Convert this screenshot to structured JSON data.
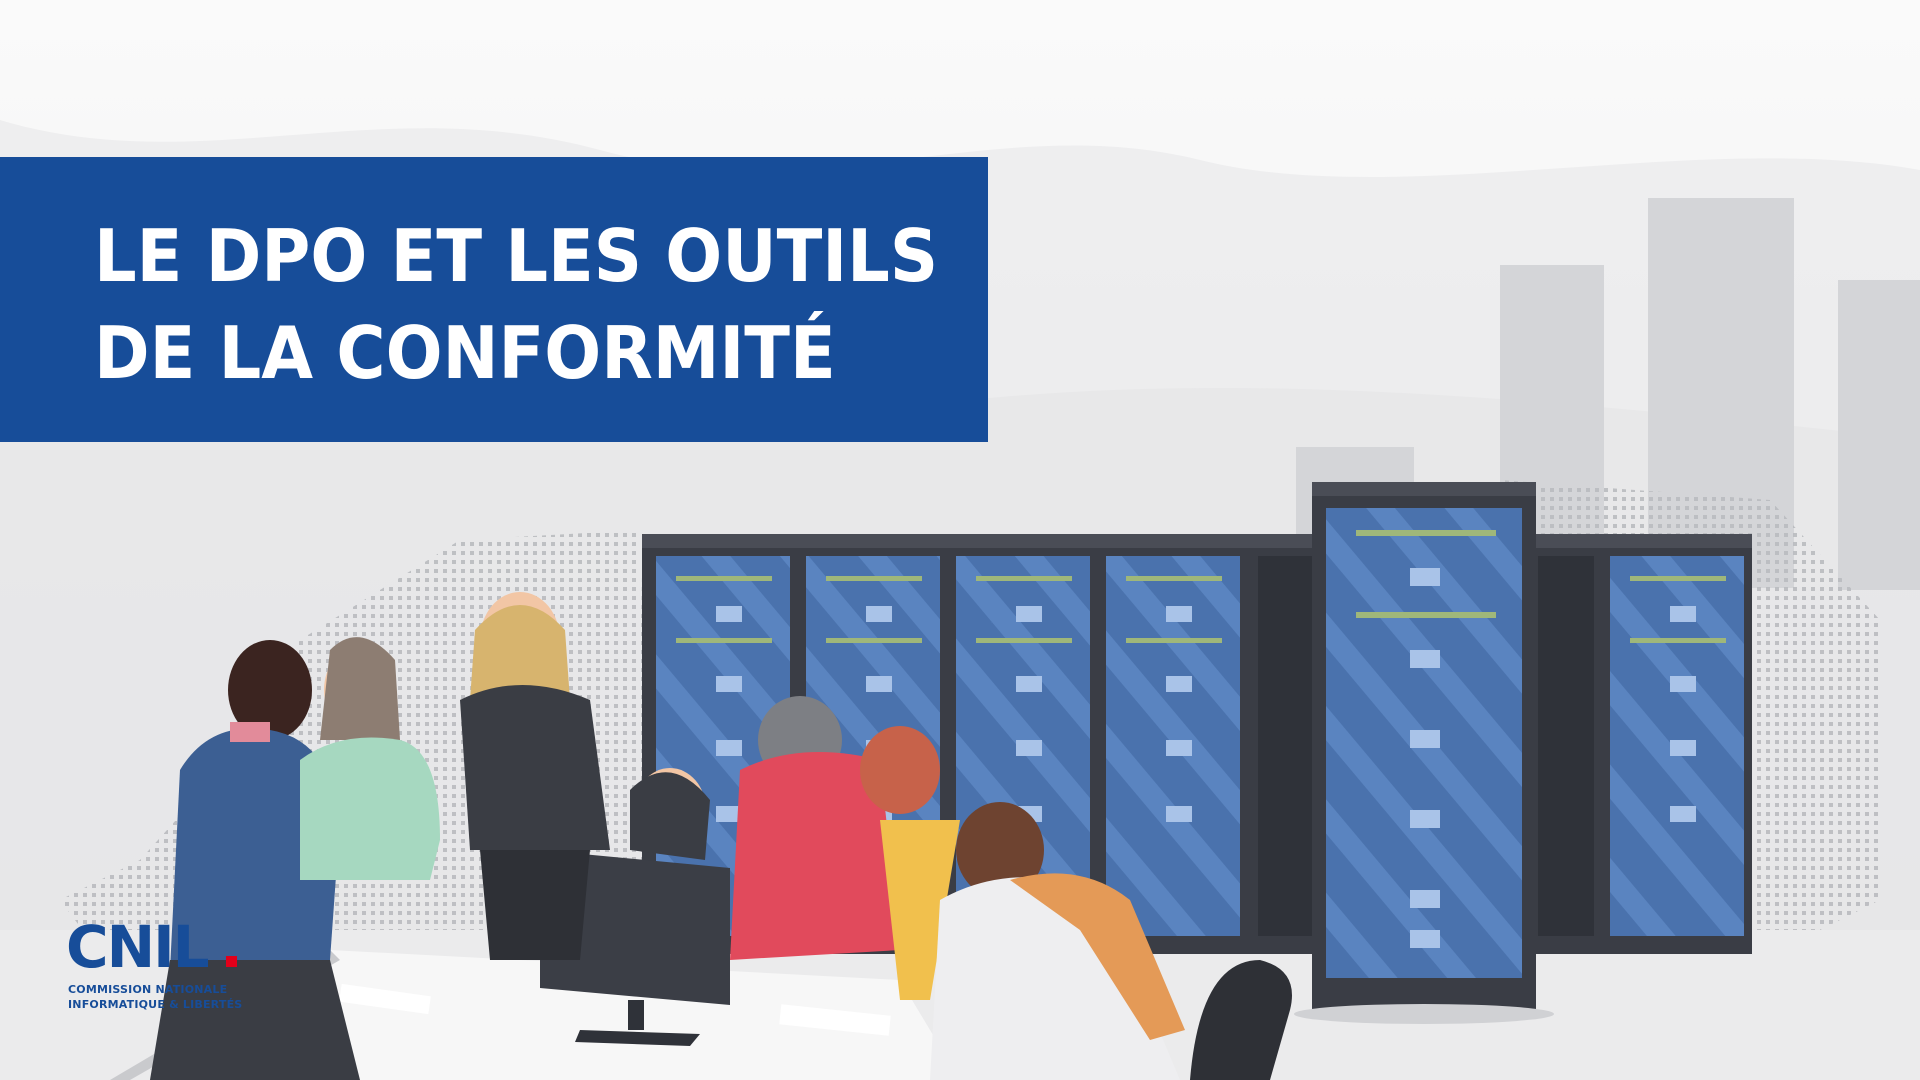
{
  "title": {
    "line1": "LE DPO ET LES OUTILS",
    "line2": "DE LA CONFORMITÉ"
  },
  "logo": {
    "name": "CNIL",
    "subtitle_line1": "COMMISSION NATIONALE",
    "subtitle_line2": "INFORMATIQUE & LIBERTÉS"
  },
  "colors": {
    "banner": "#174d99",
    "logo_dot": "#e2001a",
    "rack_frame": "#3a3d45",
    "rack_glass": "#4e77b5"
  },
  "illustration": {
    "icons": [
      "skyline",
      "server-racks",
      "team-of-people",
      "computer-monitor",
      "desk",
      "dot-world-map"
    ]
  }
}
